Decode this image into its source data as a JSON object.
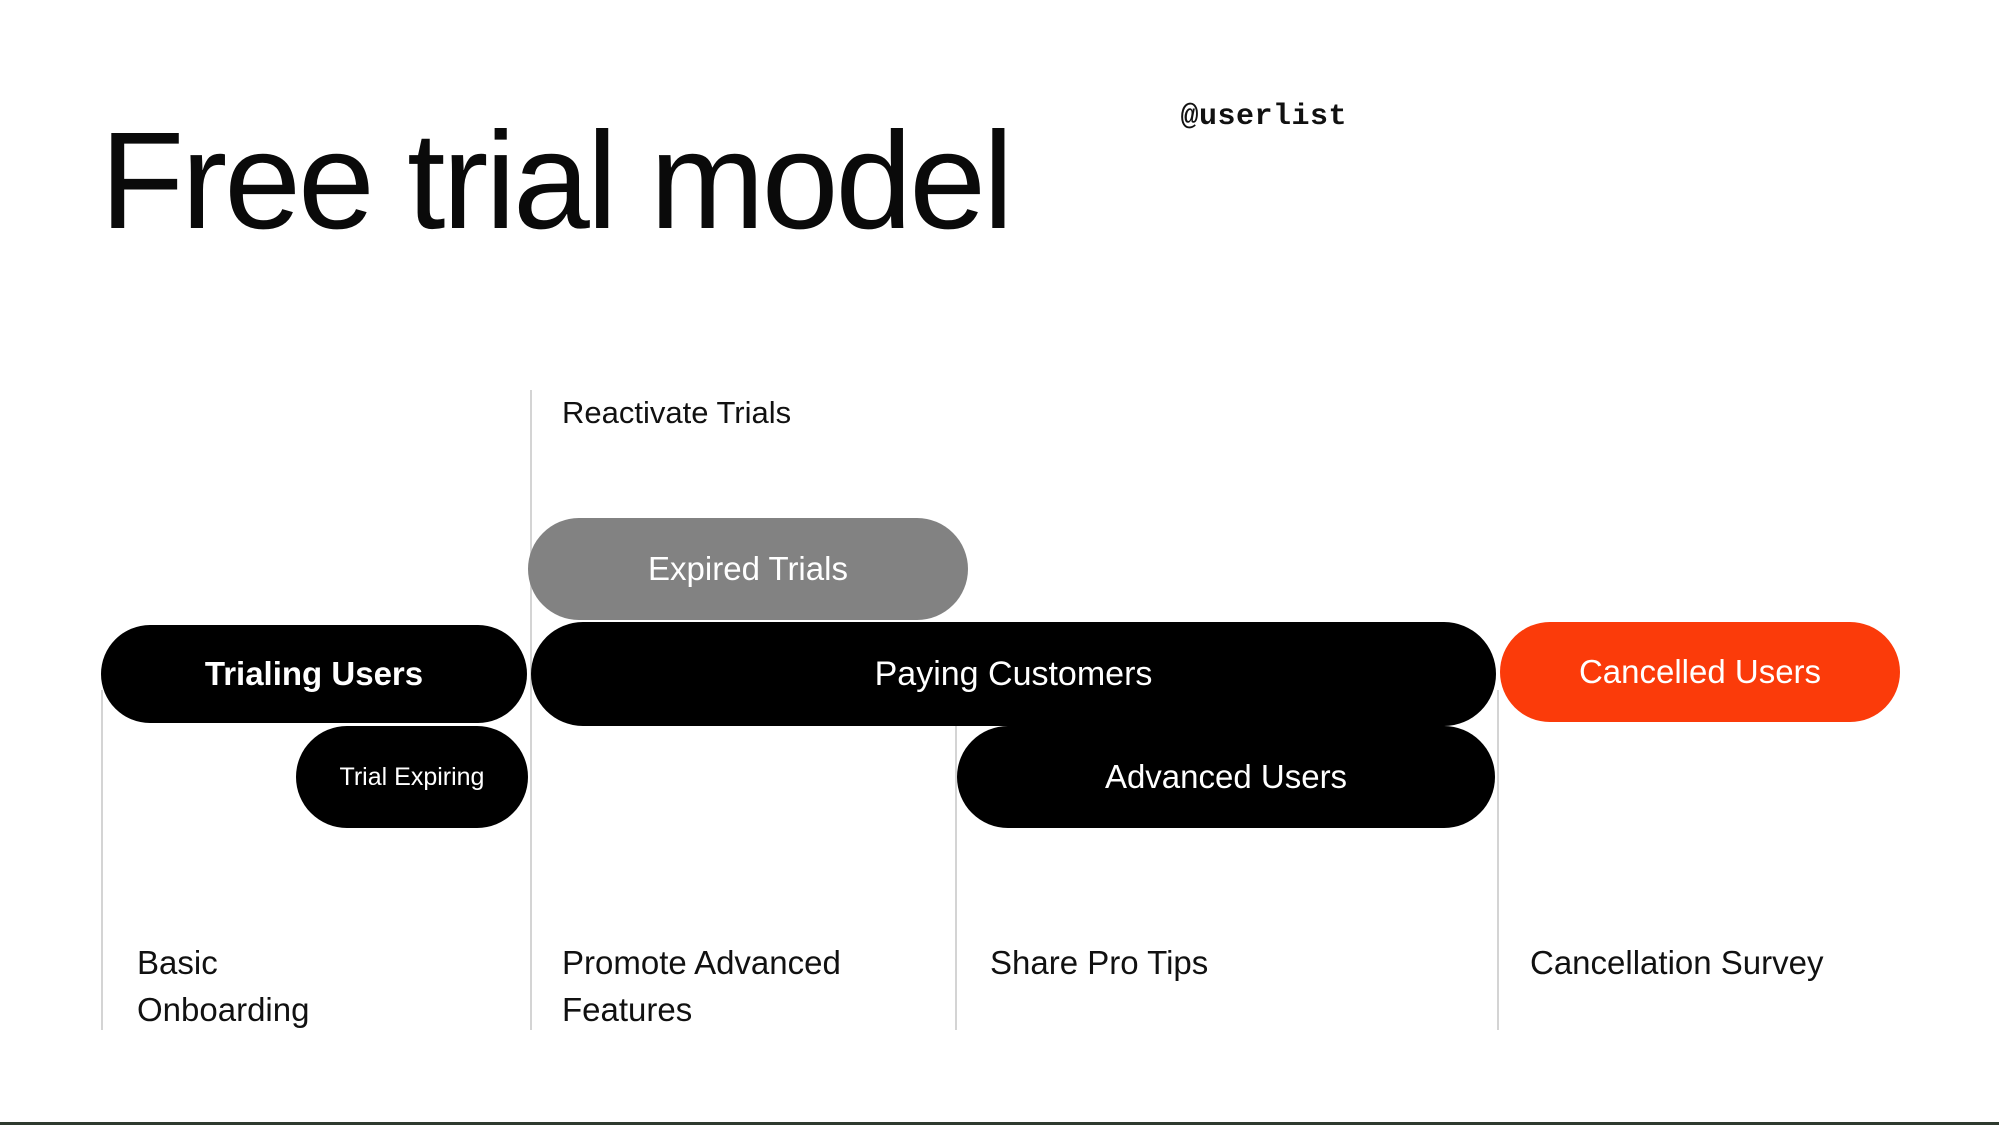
{
  "header": {
    "title": "Free trial model",
    "brand_handle": "@userlist"
  },
  "diagram": {
    "stage_labels": [
      {
        "text": "Reactivate Trials"
      }
    ],
    "segments": [
      {
        "id": "expired-trials",
        "label": "Expired Trials",
        "color": "#828282"
      },
      {
        "id": "trialing-users",
        "label": "Trialing Users",
        "color": "#000000"
      },
      {
        "id": "paying-customers",
        "label": "Paying Customers",
        "color": "#000000"
      },
      {
        "id": "cancelled-users",
        "label": "Cancelled Users",
        "color": "#fb3b0a"
      },
      {
        "id": "trial-expiring",
        "label": "Trial Expiring",
        "color": "#000000"
      },
      {
        "id": "advanced-users",
        "label": "Advanced Users",
        "color": "#000000"
      }
    ],
    "column_labels": [
      {
        "id": "basic-onboarding",
        "text": "Basic Onboarding"
      },
      {
        "id": "promote-advanced",
        "text": "Promote Advanced Features"
      },
      {
        "id": "share-pro-tips",
        "text": "Share Pro Tips"
      },
      {
        "id": "cancellation-survey",
        "text": "Cancellation Survey"
      }
    ]
  },
  "colors": {
    "accent_orange": "#fb3b0a",
    "neutral_gray": "#828282",
    "primary_black": "#000000",
    "divider": "#d4d4d4",
    "background": "#ffffff"
  }
}
